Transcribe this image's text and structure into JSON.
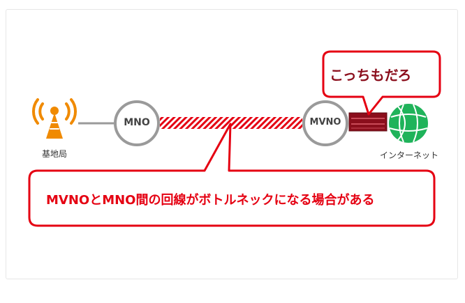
{
  "nodes": {
    "base_station_label": "基地局",
    "mno_label": "MNO",
    "mvno_label": "MVNO",
    "internet_label": "インターネット"
  },
  "callouts": {
    "top_note": "こっちもだろ",
    "main_note": "MVNOとMNO間の回線がボトルネックになる場合がある"
  },
  "colors": {
    "accent_red": "#e50012",
    "dark_red": "#8b0e1c",
    "internet_green": "#1fb35a",
    "antenna_orange": "#f08a00",
    "node_gray": "#9a9a9a"
  },
  "icons": {
    "base_station": "antenna-icon",
    "internet": "globe-icon"
  }
}
